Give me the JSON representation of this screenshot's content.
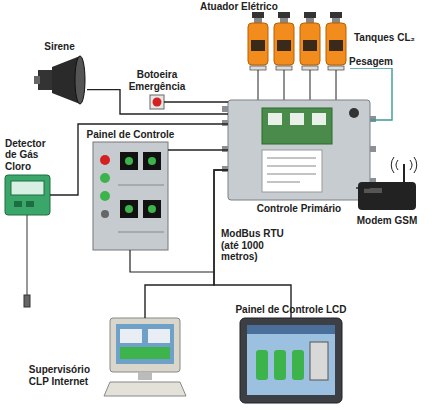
{
  "diagram": {
    "nodes": [
      {
        "text": [
          "Tanques CL₂"
        ]
      },
      {
        "text": [
          "Sirene"
        ]
      },
      {
        "text": [
          "Botoeira Emergência"
        ]
      },
      {
        "text": [
          "Controle Primário"
        ]
      },
      {
        "text": [
          "Detector de Gás Cloro"
        ]
      },
      {
        "text": [
          "Painel de Controle"
        ]
      },
      {
        "text": [
          "Modem GSM"
        ]
      },
      {
        "text": [
          "Painel de Controle LCD"
        ]
      },
      {
        "text": [
          "Supervisório CLP Internet"
        ]
      }
    ],
    "edges": [
      {
        "from": 1,
        "to": 3,
        "arrow": "none"
      },
      {
        "from": 2,
        "to": 3,
        "arrow": "none"
      },
      {
        "from": 4,
        "to": 3,
        "arrow": "none"
      },
      {
        "from": 5,
        "to": 3,
        "arrow": "none"
      },
      {
        "from": 0,
        "to": 3,
        "label": "Pesagem",
        "arrow": "none"
      },
      {
        "from": 3,
        "to": 6,
        "arrow": "none"
      },
      {
        "from": 3,
        "to": 7,
        "label": "ModBus RTU (até 1000 metros)",
        "arrow": "none"
      },
      {
        "from": 3,
        "to": 8,
        "arrow": "none"
      }
    ],
    "labels": [
      "Atuador Elétrico"
    ]
  }
}
